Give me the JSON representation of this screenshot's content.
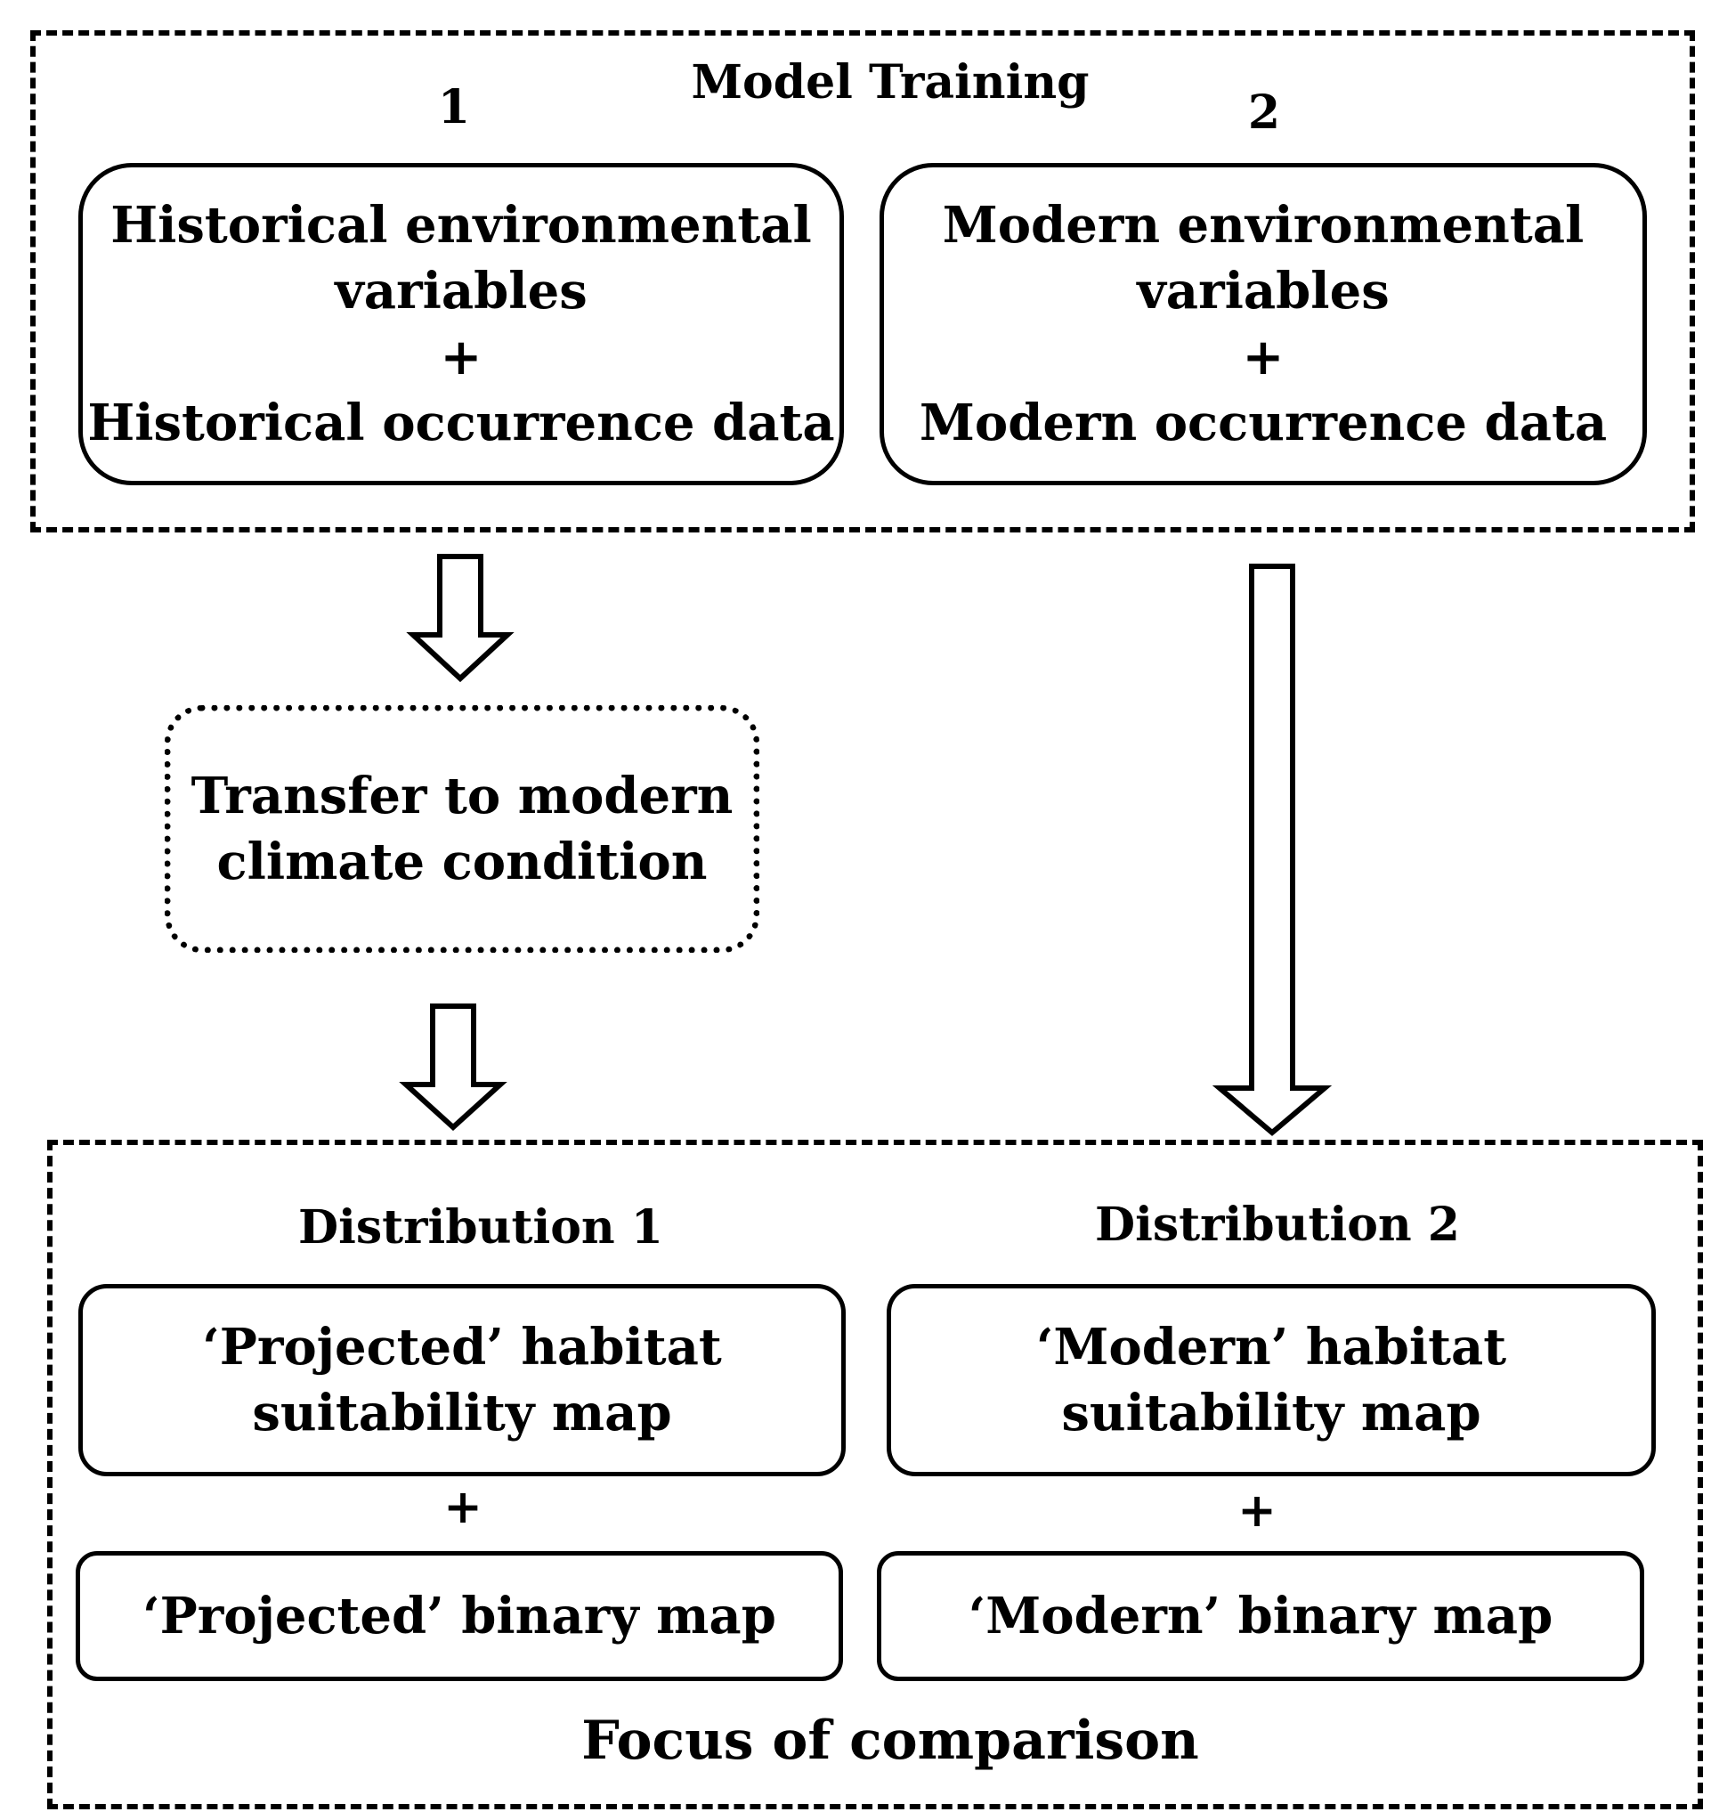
{
  "training": {
    "title": "Model Training",
    "col1_number": "1",
    "col2_number": "2",
    "box1": {
      "line1": "Historical environmental",
      "line2": "variables",
      "plus": "+",
      "line3": "Historical occurrence data"
    },
    "box2": {
      "line1": "Modern environmental",
      "line2": "variables",
      "plus": "+",
      "line3": "Modern occurrence data"
    }
  },
  "transfer": {
    "line1": "Transfer to modern",
    "line2": "climate condition"
  },
  "comparison": {
    "title": "Focus of comparison",
    "dist1": {
      "label": "Distribution 1",
      "suitability_line1": "‘Projected’ habitat",
      "suitability_line2": "suitability map",
      "plus": "+",
      "binary": "‘Projected’ binary map"
    },
    "dist2": {
      "label": "Distribution 2",
      "suitability_line1": "‘Modern’ habitat",
      "suitability_line2": "suitability map",
      "plus": "+",
      "binary": "‘Modern’ binary map"
    }
  }
}
